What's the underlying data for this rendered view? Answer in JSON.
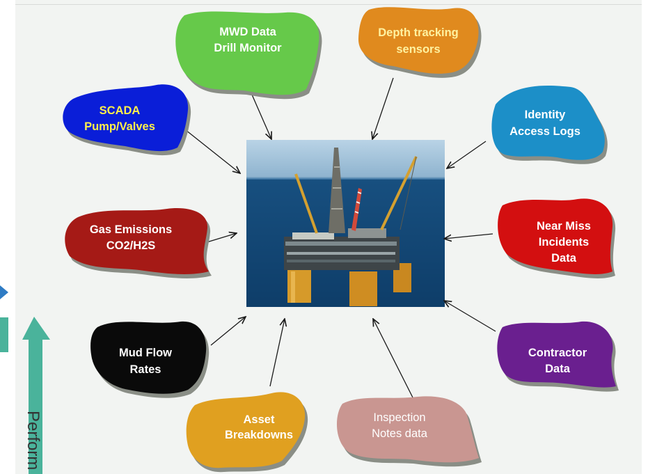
{
  "center": {
    "image_label": "offshore-oil-platform"
  },
  "nodes": [
    {
      "id": "mwd",
      "lines": [
        "MWD Data",
        "Drill Monitor"
      ],
      "color": "#66c94a",
      "text_color": "#ffffff"
    },
    {
      "id": "depth",
      "lines": [
        "Depth tracking",
        "sensors"
      ],
      "color": "#e08a1e",
      "text_color": "#fff2a0"
    },
    {
      "id": "scada",
      "lines": [
        "SCADA",
        "Pump/Valves"
      ],
      "color": "#0a1ed8",
      "text_color": "#fff04a"
    },
    {
      "id": "identity",
      "lines": [
        "Identity",
        "Access Logs"
      ],
      "color": "#1c8fc8",
      "text_color": "#ffffff"
    },
    {
      "id": "gas",
      "lines": [
        "Gas Emissions",
        "CO2/H2S"
      ],
      "color": "#a51a16",
      "text_color": "#ffffff"
    },
    {
      "id": "nearmiss",
      "lines": [
        "Near Miss",
        "Incidents",
        "Data"
      ],
      "color": "#d30f10",
      "text_color": "#ffffff"
    },
    {
      "id": "mud",
      "lines": [
        "Mud Flow",
        "Rates"
      ],
      "color": "#0a0a0a",
      "text_color": "#ffffff"
    },
    {
      "id": "contractor",
      "lines": [
        "Contractor",
        "Data"
      ],
      "color": "#6a1f8f",
      "text_color": "#ffffff"
    },
    {
      "id": "asset",
      "lines": [
        "Asset",
        "Breakdowns"
      ],
      "color": "#e0a020",
      "text_color": "#ffffff"
    },
    {
      "id": "inspection",
      "lines": [
        "Inspection",
        "Notes data"
      ],
      "color": "#c99691",
      "text_color": "#ffffff"
    }
  ],
  "side": {
    "arrow_color": "#4ab39b",
    "accent_color": "#2e7bc4",
    "text": "Perform"
  }
}
